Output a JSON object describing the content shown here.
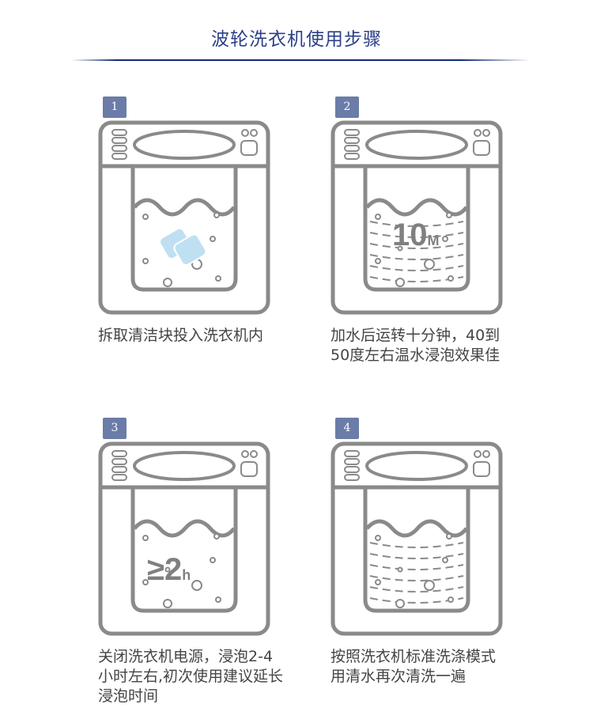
{
  "title": "波轮洗衣机使用步骤",
  "steps": [
    {
      "number": "1",
      "text": "拆取清洁块投入洗衣机内",
      "overlay": ""
    },
    {
      "number": "2",
      "text": "加水后运转十分钟，40到50度左右温水浸泡效果佳",
      "overlay": "10",
      "overlay_unit": "M"
    },
    {
      "number": "3",
      "text": "关闭洗衣机电源，浸泡2-4小时左右,初次使用建议延长浸泡时间",
      "overlay": "≥2",
      "overlay_unit": "h"
    },
    {
      "number": "4",
      "text": "按照洗衣机标准洗涤模式用清水再次清洗一遍",
      "overlay": ""
    }
  ],
  "colors": {
    "title": "#2b3f86",
    "badge": "#6b7ca8",
    "machine": "#8a8a8a"
  }
}
